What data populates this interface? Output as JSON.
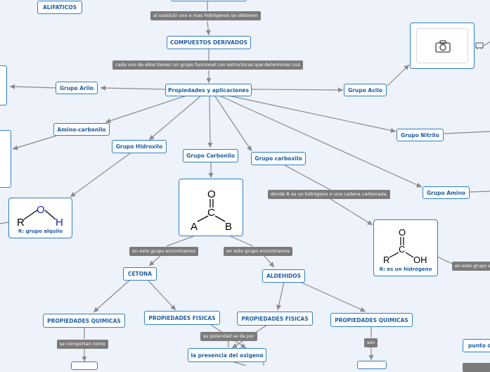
{
  "nodes": {
    "alifaticos": "ALIFATICOS",
    "compuestos_derivados": "COMPUESTOS DERIVADOS",
    "propiedades_aplicaciones": "Propiedades y aplicaciones",
    "grupo_arilo": "Grupo Arilo",
    "grupo_acilo": "Grupo Acilo",
    "amino_carbonilo": "Amino-carbonilo",
    "grupo_hidroxilo": "Grupo Hidroxilo",
    "grupo_carbonilo": "Grupo Carbonilo",
    "grupo_carboxilo": "Grupo carboxilo",
    "grupo_nitrilo": "Grupo Nitrilo",
    "grupo_amino": "Grupo Amino",
    "cetona": "CETONA",
    "aldehidos": "ALDEHIDOS",
    "prop_quimicas_cetona": "PROPIEDADES QUIMICAS",
    "prop_fisicas_cetona": "PROPIEDADES FISICAS",
    "prop_fisicas_ald": "PROPIEDADES FISICAS",
    "prop_quimicas_ald": "PROPIEDADES QUIMICAS",
    "presencia_oxigeno": "la presencia del oxigeno",
    "punto": "punto de"
  },
  "labels": {
    "sustituir": "al sustituir uno o mas hidrógenos se obtienen",
    "cada_uno": "cada uno de ellos tienen un grupo funcional con estructuras que determinan sus",
    "donde_r": "donde R es un hidrógeno o una cadena carbonada.",
    "en_este_cetona": "en este grupo encontramos",
    "en_este_ald": "en este grupo encontramos",
    "en_este_right": "en este grupo en",
    "se_comportan": "se comportan como",
    "polaridad": "su polaridad se da por",
    "son": "son"
  },
  "images": {
    "hidroxilo_caption": "R: grupo alquilo",
    "hidroxilo_formula": [
      "R",
      "O",
      "H"
    ],
    "carbonilo_formula": [
      "O",
      "C",
      "A",
      "B"
    ],
    "carboxilo_caption": "R: es un hidrógeno",
    "carboxilo_formula": [
      "O",
      "C",
      "R",
      "OH"
    ]
  },
  "icons": {
    "camera": "camera-icon",
    "image_edge": "image-icon"
  },
  "colors": {
    "background": "#eef2fb",
    "node_border": "#2f7fc4",
    "node_text": "#1f5fa3",
    "label_bg": "#7b7b7b",
    "edge": "#8a8a8a",
    "hydroxyl_o": "#2020c0"
  }
}
